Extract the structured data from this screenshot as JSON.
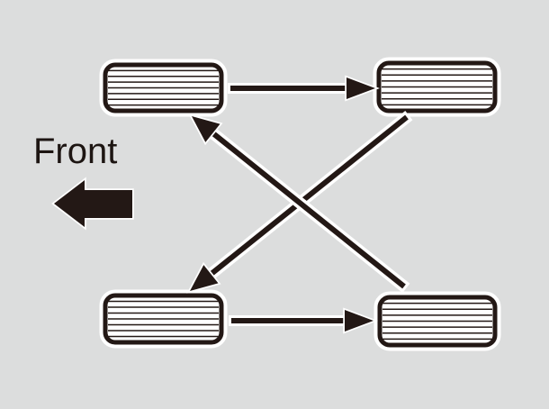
{
  "diagram": {
    "type": "tire-rotation",
    "front_label": "Front",
    "colors": {
      "background": "#dcdddd",
      "ink": "#231815",
      "tire_fill": "#ffffff",
      "halo": "#ffffff"
    },
    "tires": [
      {
        "name": "tire-top-left",
        "role": "front-tire-upper-row",
        "tread_lines": 7
      },
      {
        "name": "tire-top-right",
        "role": "rear-tire-upper-row",
        "tread_lines": 7
      },
      {
        "name": "tire-bottom-left",
        "role": "front-tire-lower-row",
        "tread_lines": 7
      },
      {
        "name": "tire-bottom-right",
        "role": "rear-tire-lower-row",
        "tread_lines": 7
      }
    ],
    "rotation_arrows": [
      {
        "name": "arrow-top-left-to-top-right",
        "from": "tire-top-left",
        "to": "tire-top-right",
        "style": "straight-right"
      },
      {
        "name": "arrow-bottom-left-to-bottom-right",
        "from": "tire-bottom-left",
        "to": "tire-bottom-right",
        "style": "straight-right"
      },
      {
        "name": "arrow-bottom-right-to-top-left",
        "from": "tire-bottom-right",
        "to": "tire-top-left",
        "style": "diagonal-up-left"
      },
      {
        "name": "arrow-top-right-to-bottom-left",
        "from": "tire-top-right",
        "to": "tire-bottom-left",
        "style": "diagonal-down-left"
      }
    ],
    "front_indicator": {
      "name": "front-direction-arrow",
      "direction": "left",
      "label": "Front"
    }
  }
}
